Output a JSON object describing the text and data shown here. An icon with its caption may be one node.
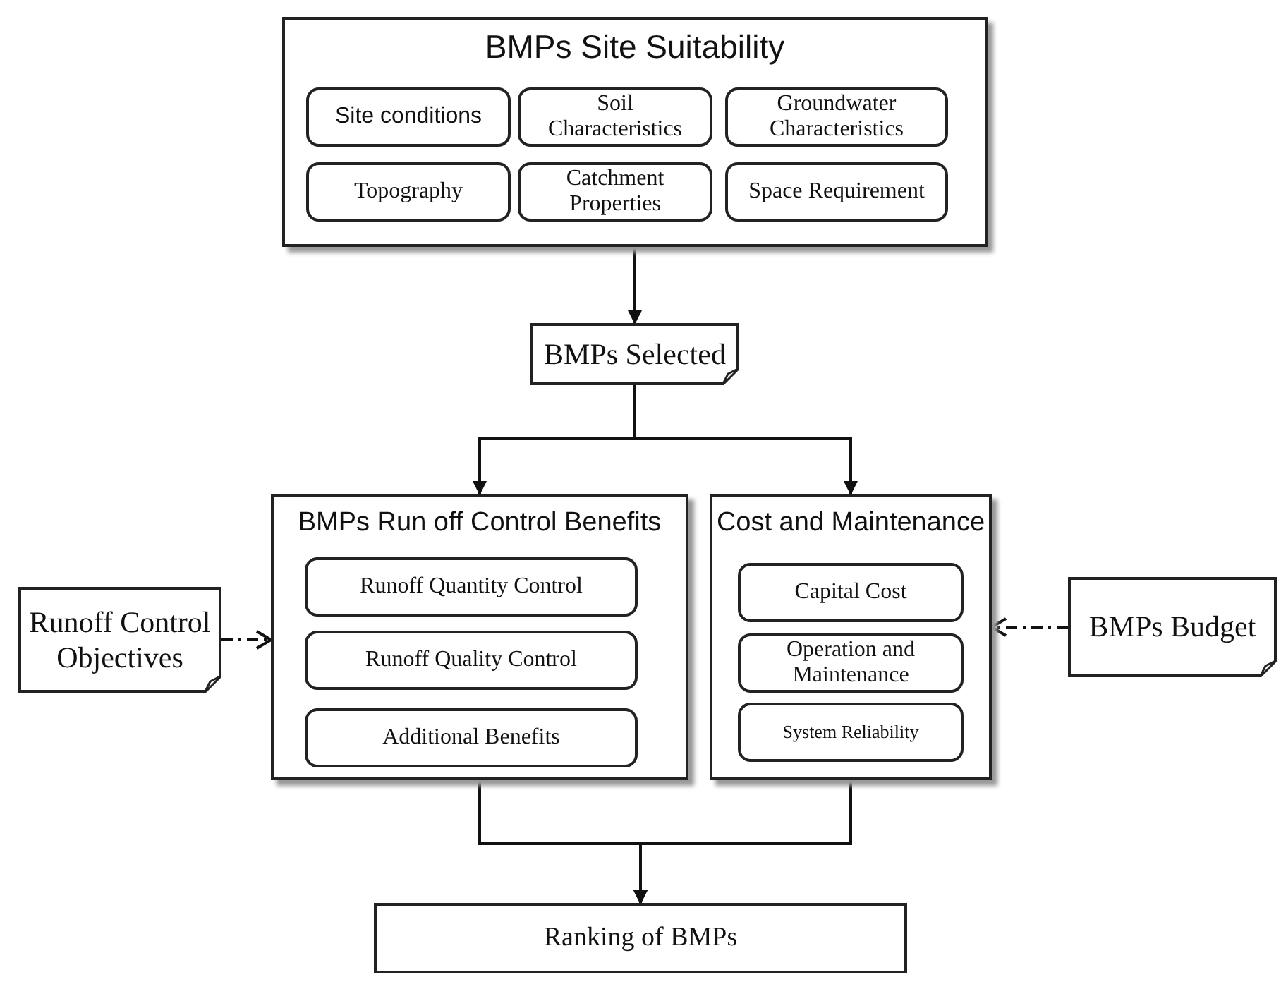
{
  "diagram": {
    "nodes": [
      {
        "text": [
          "BMPs Site Suitability"
        ]
      },
      {
        "text": [
          "Site conditions"
        ],
        "in": 0
      },
      {
        "text": [
          "Soil Characteristics"
        ],
        "in": 0
      },
      {
        "text": [
          "Groundwater Characteristics"
        ],
        "in": 0
      },
      {
        "text": [
          "Topography"
        ],
        "in": 0
      },
      {
        "text": [
          "Catchment Properties"
        ],
        "in": 0
      },
      {
        "text": [
          "Space Requirement"
        ],
        "in": 0
      },
      {
        "text": [
          "BMPs Selected"
        ]
      },
      {
        "text": [
          "BMPs Run off Control Benefits"
        ]
      },
      {
        "text": [
          "Runoff Quantity Control"
        ],
        "in": 8
      },
      {
        "text": [
          "Runoff Quality Control"
        ],
        "in": 8
      },
      {
        "text": [
          "Additional Benefits"
        ],
        "in": 8
      },
      {
        "text": [
          "Cost and Maintenance"
        ]
      },
      {
        "text": [
          "Capital Cost"
        ],
        "in": 12
      },
      {
        "text": [
          "Operation and Maintenance"
        ],
        "in": 12
      },
      {
        "text": [
          "System Reliability"
        ],
        "in": 12
      },
      {
        "text": [
          "Runoff Control Objectives"
        ]
      },
      {
        "text": [
          "BMPs Budget"
        ]
      },
      {
        "text": [
          "Ranking of BMPs"
        ]
      }
    ],
    "edges": [
      {
        "from": 0,
        "to": 7,
        "arrow": "to"
      },
      {
        "from": 7,
        "to": 8,
        "arrow": "to"
      },
      {
        "from": 7,
        "to": 12,
        "arrow": "to"
      },
      {
        "from": 16,
        "to": 8,
        "arrow": "to",
        "style": "dashed"
      },
      {
        "from": 17,
        "to": 12,
        "arrow": "to",
        "style": "dashed"
      },
      {
        "from": 8,
        "to": 18,
        "arrow": "to"
      },
      {
        "from": 12,
        "to": 18,
        "arrow": "to"
      }
    ]
  }
}
